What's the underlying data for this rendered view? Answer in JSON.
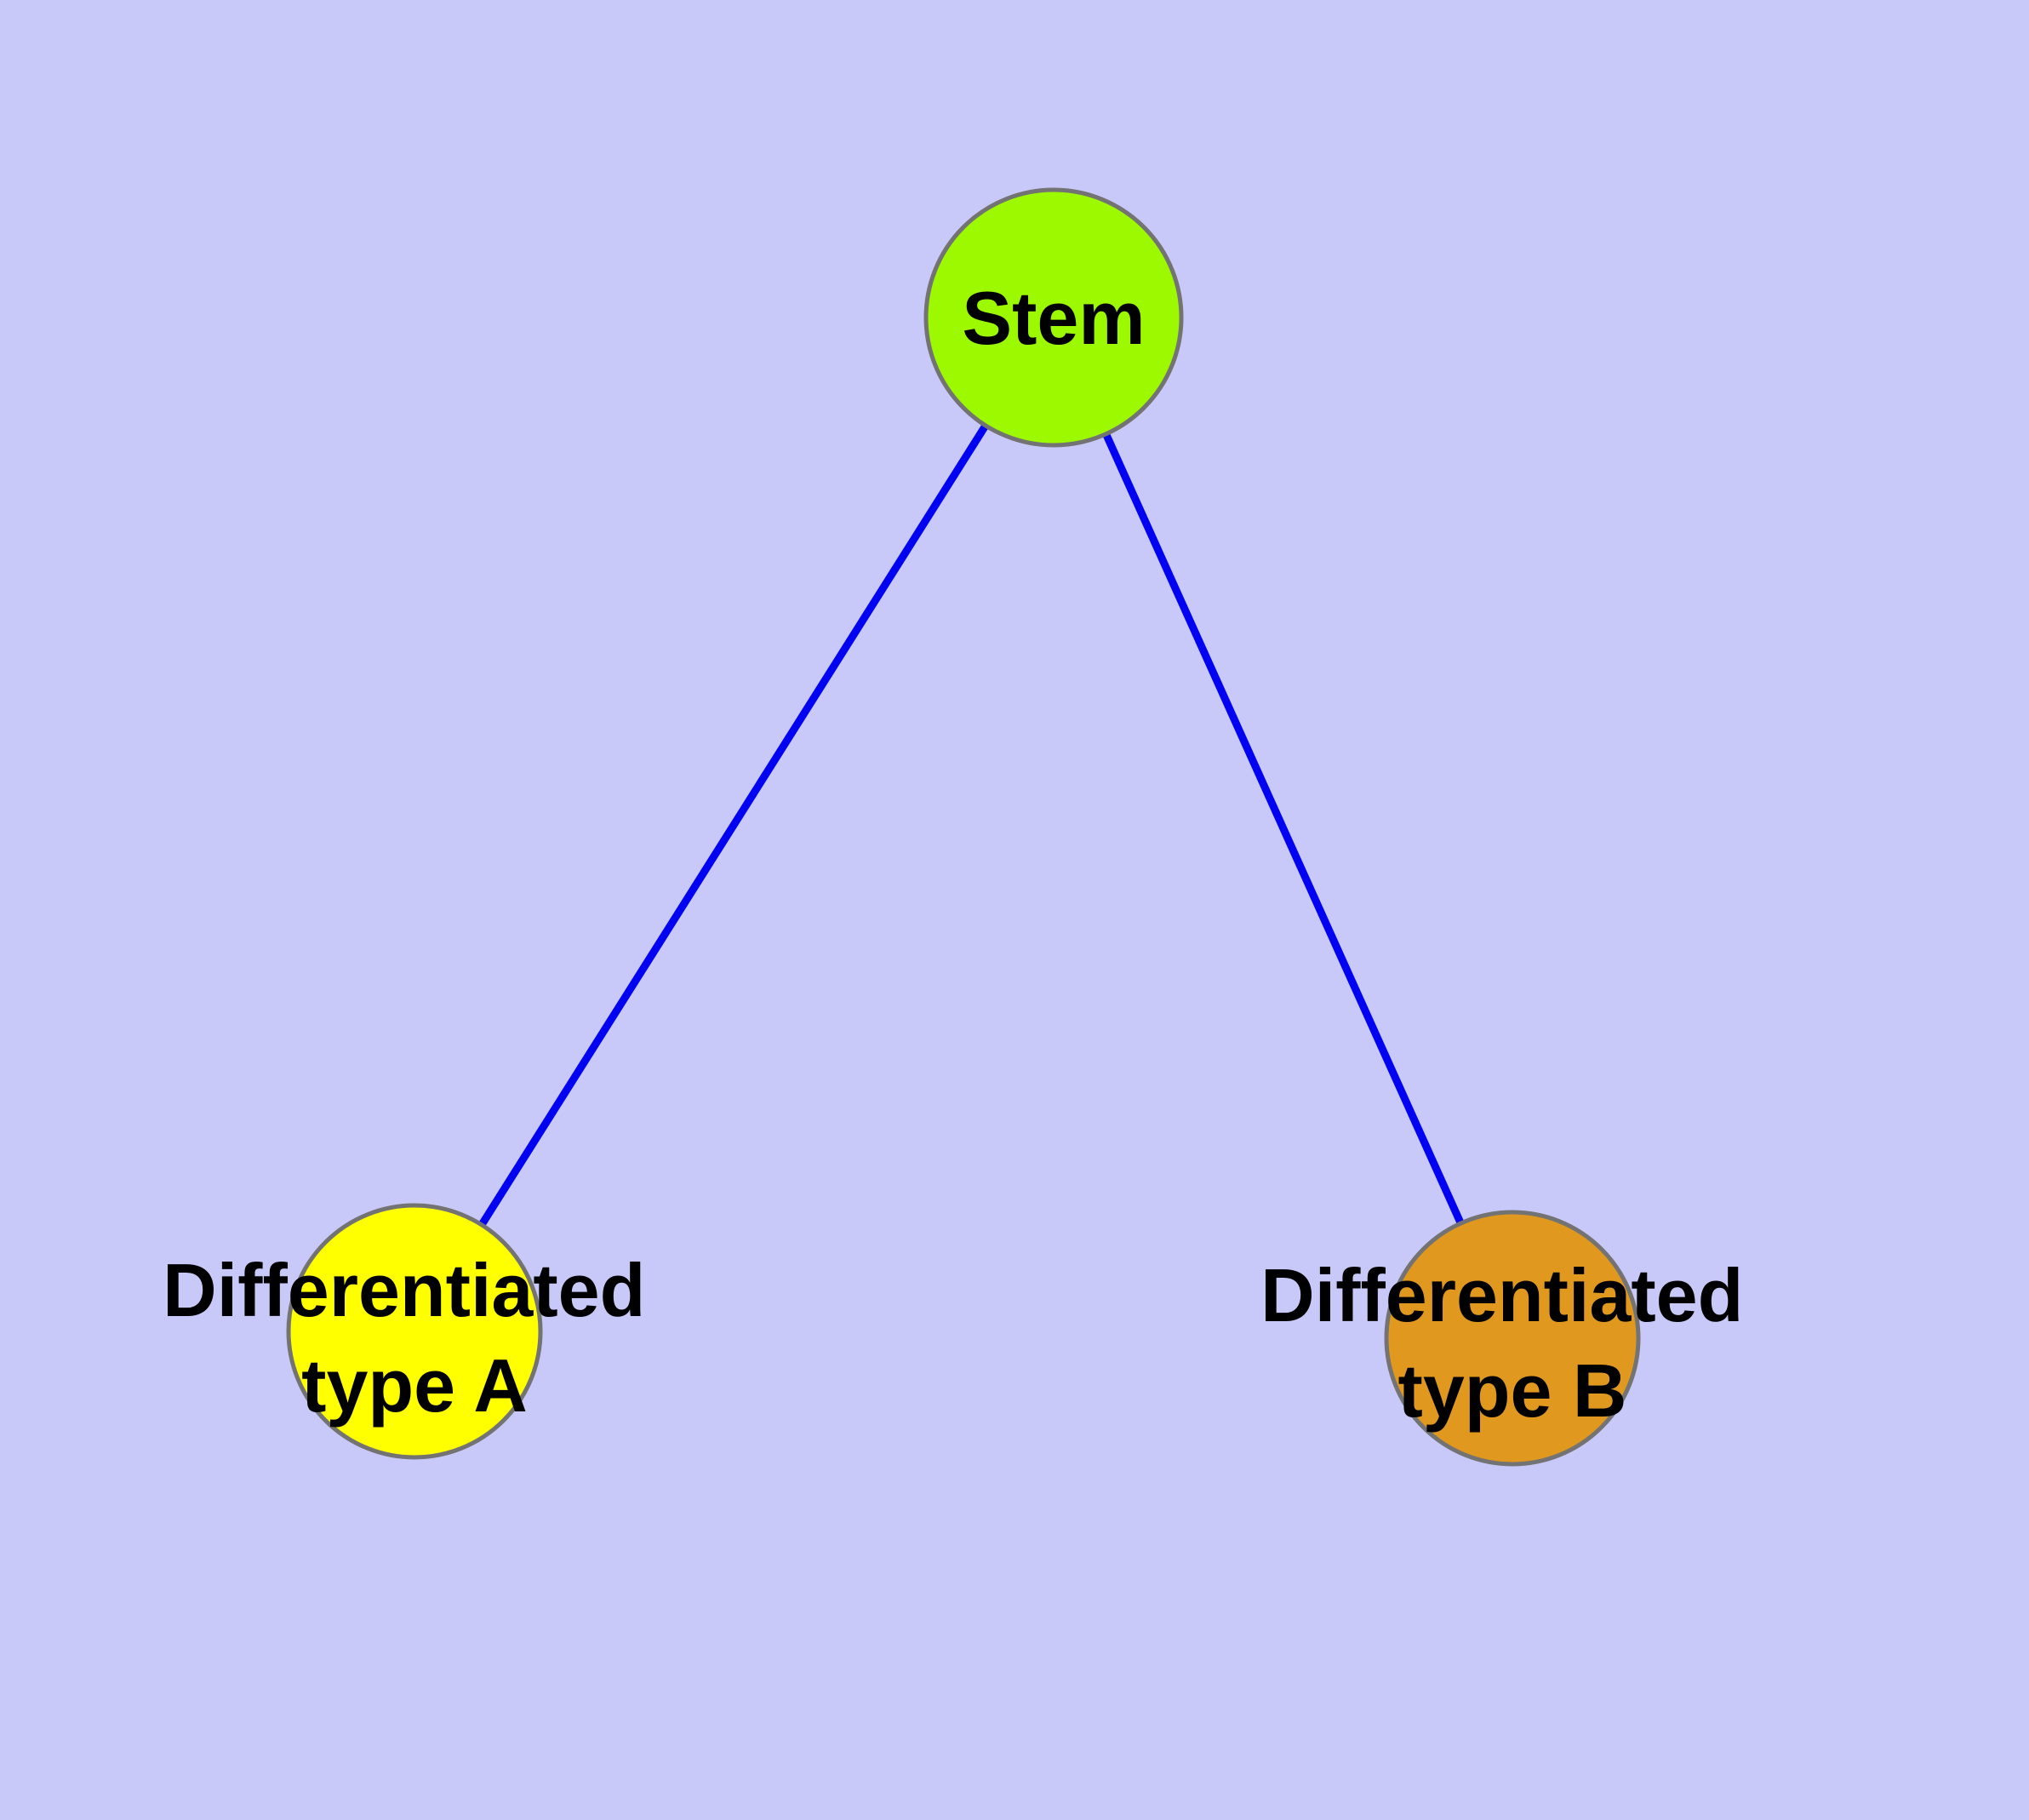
{
  "diagram": {
    "background_color": "#c9c9f9",
    "edge_color": "#0202f2",
    "node_border_color": "#737373",
    "text_color": "#000000",
    "nodes": {
      "stem": {
        "label": "Stem",
        "fill": "#9cf900"
      },
      "type_a": {
        "label_line1": "Differentiated",
        "label_line2": "type A",
        "fill": "#ffff00"
      },
      "type_b": {
        "label_line1": "Differentiated",
        "label_line2": "type B",
        "fill": "#e0981e"
      }
    },
    "edges": [
      {
        "from": "stem",
        "to": "type_a"
      },
      {
        "from": "stem",
        "to": "type_b"
      }
    ]
  }
}
